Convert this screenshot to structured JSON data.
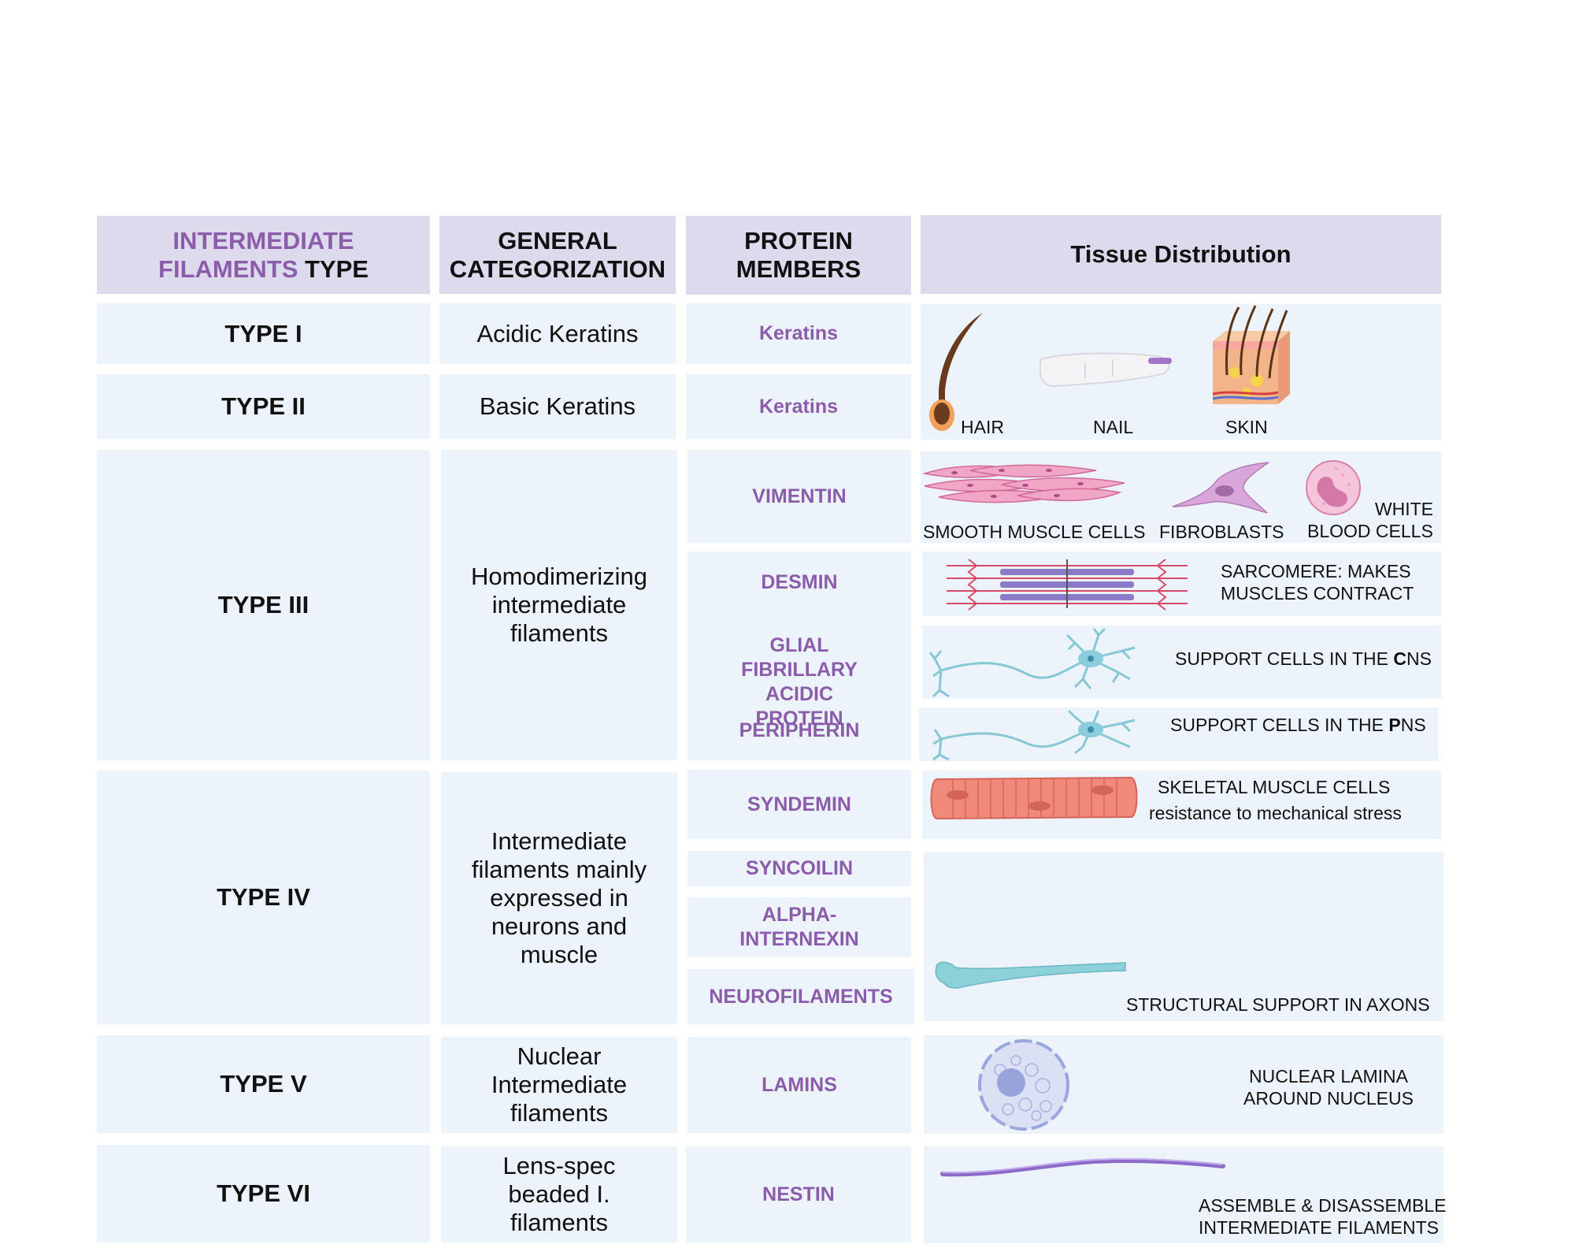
{
  "headers": {
    "type_line1": "INTERMEDIATE",
    "type_line2_purple": "FILAMENTS",
    "type_line2_black": " TYPE",
    "categorization": "GENERAL CATEGORIZATION",
    "protein": "PROTEIN MEMBERS",
    "tissue": "Tissue Distribution"
  },
  "rows": [
    {
      "type": "TYPE I",
      "category": "Acidic Keratins",
      "proteins": [
        "Keratins"
      ]
    },
    {
      "type": "TYPE II",
      "category": "Basic Keratins",
      "proteins": [
        "Keratins"
      ]
    },
    {
      "type": "TYPE III",
      "category": "Homodimerizing intermediate filaments",
      "proteins": [
        "VIMENTIN",
        "DESMIN",
        "GLIAL FIBRILLARY ACIDIC PROTEIN",
        "PERIPHERIN"
      ]
    },
    {
      "type": "TYPE IV",
      "category": "Intermediate filaments mainly expressed in neurons and muscle",
      "proteins": [
        "SYNDEMIN",
        "SYNCOILIN",
        "ALPHA-INTERNEXIN",
        "NEUROFILAMENTS"
      ]
    },
    {
      "type": "TYPE V",
      "category": "Nuclear Intermediate filaments",
      "proteins": [
        "LAMINS"
      ]
    },
    {
      "type": "TYPE VI",
      "category": "Lens-spec beaded I. filaments",
      "proteins": [
        "NESTIN"
      ]
    }
  ],
  "tissue_labels": {
    "hair": "HAIR",
    "nail": "NAIL",
    "skin": "SKIN",
    "smooth_muscle": "SMOOTH MUSCLE CELLS",
    "fibroblasts": "FIBROBLASTS",
    "wbc_line1": "WHITE",
    "wbc_line2": "BLOOD CELLS",
    "sarcomere_line1": "SARCOMERE: MAKES",
    "sarcomere_line2": "MUSCLES CONTRACT",
    "cns_prefix": "SUPPORT CELLS IN THE ",
    "cns_bold": "C",
    "cns_suffix": "NS",
    "pns_prefix": "SUPPORT CELLS IN THE ",
    "pns_bold": "P",
    "pns_suffix": "NS",
    "skeletal_line1": "SKELETAL MUSCLE CELLS",
    "skeletal_line2": "resistance to mechanical stress",
    "axons": "STRUCTURAL SUPPORT  IN AXONS",
    "lamina_line1": "NUCLEAR LAMINA",
    "lamina_line2": "AROUND NUCLEUS",
    "assemble_line1": "ASSEMBLE & DISASSEMBLE",
    "assemble_line2": "INTERMEDIATE FILAMENTS"
  },
  "icons": [
    "hair-icon",
    "nail-icon",
    "skin-icon",
    "smooth-muscle-icon",
    "fibroblast-icon",
    "white-blood-cell-icon",
    "sarcomere-icon",
    "neuron-icon",
    "skeletal-muscle-icon",
    "axon-icon",
    "nucleus-icon",
    "nestin-filament-icon"
  ],
  "colors": {
    "header_bg": "#dedaed",
    "cell_bg": "#edf3fb",
    "accent_purple": "#8a5caa"
  }
}
